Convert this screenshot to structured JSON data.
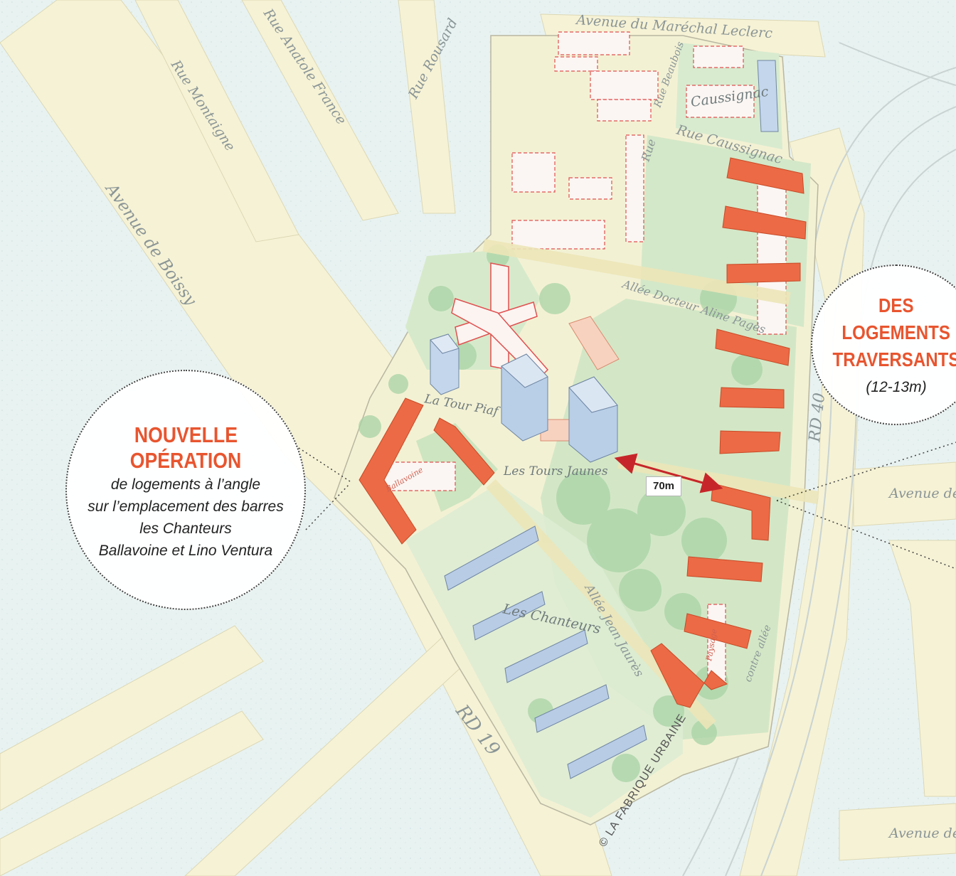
{
  "map": {
    "streets": {
      "avenue_marechal_leclerc": "Avenue du Maréchal Leclerc",
      "rue_anatole_france": "Rue Anatole France",
      "rue_rousard": "Rue Rousard",
      "rue_montaigne": "Rue Montaigne",
      "avenue_de_boissy": "Avenue de Boissy",
      "rue_beaubois": "Rue Beaubois",
      "rue_caussignac": "Rue Caussignac",
      "allee_docteur_aline_pages": "Allée Docteur Aline Pagès",
      "allee_jean_jaures": "Allée Jean Jaurès",
      "rd40": "RD 40",
      "rd19": "RD 19",
      "contre_allee": "contre allée",
      "avenue_de_right_1": "Avenue de",
      "avenue_de_right_2": "Avenue de",
      "rue_side": "Rue"
    },
    "places": {
      "caussignac": "Caussignac",
      "la_tour_piaf": "La Tour Piaf",
      "les_tours_jaunes": "Les Tours Jaunes",
      "les_chanteurs": "Les Chanteurs",
      "ballavoine": "Ballavoine",
      "paysage": "Paysage"
    },
    "distance_label": "70m",
    "credit": "© LA FABRIQUE URBAINE"
  },
  "callout_left": {
    "title_line1": "NOUVELLE",
    "title_line2": "OPÉRATION",
    "line1": "de logements à l’angle",
    "line2": "sur l’emplacement des barres",
    "line3": "les Chanteurs",
    "line4": "Ballavoine et Lino Ventura"
  },
  "callout_right": {
    "title_line1": "DES",
    "title_line2": "LOGEMENTS",
    "title_line3": "TRAVERSANTS",
    "dimension": "(12-13m)"
  },
  "colors": {
    "background": "#e8f2f1",
    "roads": "#f7f3d6",
    "park": "#cfe6c4",
    "new_buildings": "#ec6a45",
    "existing_towers": "#b9cfe8",
    "accent_text": "#e8552f",
    "distance_arrow": "#c6262a"
  }
}
